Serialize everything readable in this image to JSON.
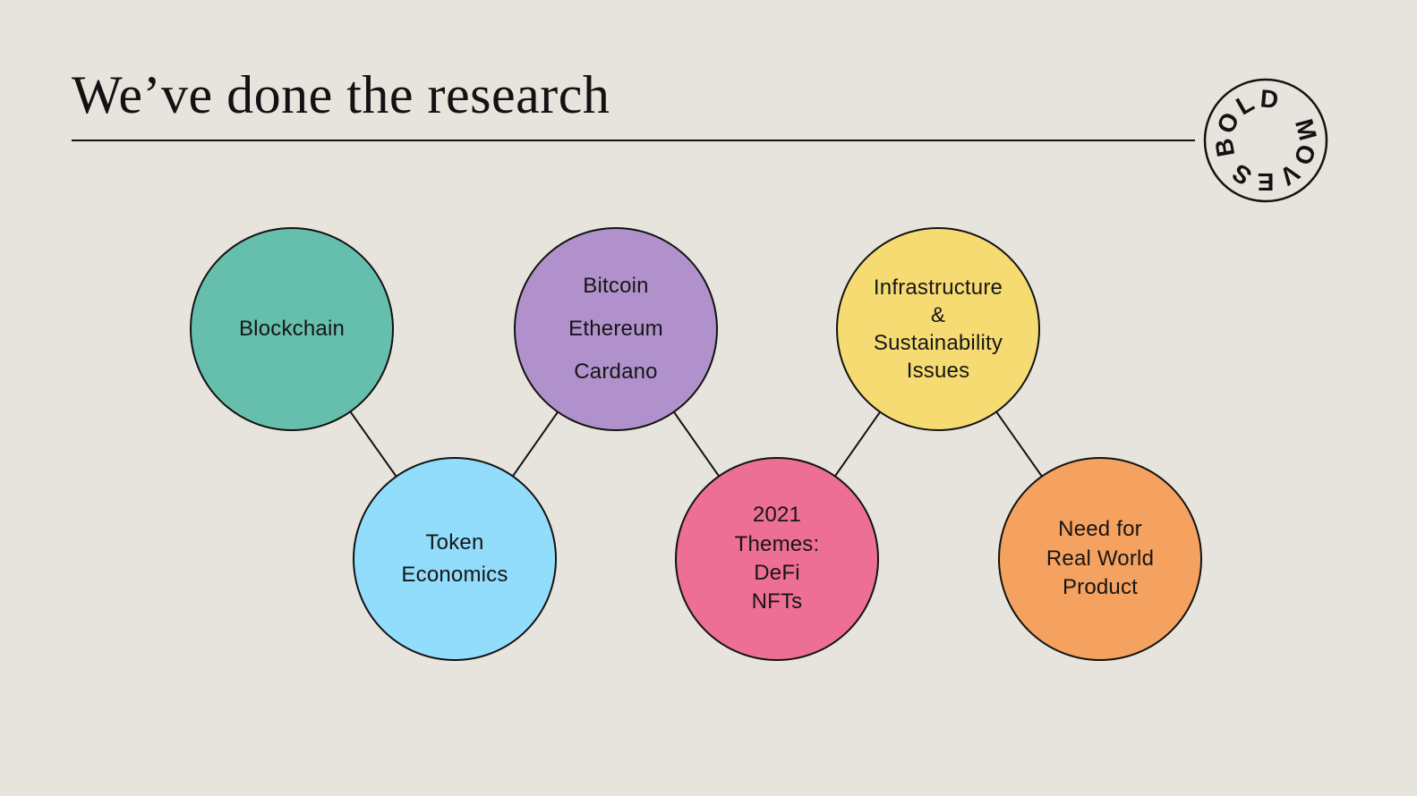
{
  "slide": {
    "title": "We’ve done the research",
    "background_color": "#e6e4dc",
    "text_color": "#121212"
  },
  "logo": {
    "text": "BOLD MOVES"
  },
  "diagram": {
    "nodes": [
      {
        "id": "blockchain",
        "lines": [
          "Blockchain"
        ],
        "color": "#66bfac"
      },
      {
        "id": "token-economics",
        "lines": [
          "Token",
          "Economics"
        ],
        "color": "#92ddfb"
      },
      {
        "id": "coins",
        "lines": [
          "Bitcoin",
          "Ethereum",
          "Cardano"
        ],
        "color": "#b191cb"
      },
      {
        "id": "2021-themes",
        "lines": [
          "2021",
          "Themes:",
          "DeFi",
          "NFTs"
        ],
        "color": "#ee6f96"
      },
      {
        "id": "infrastructure",
        "lines": [
          "Infrastructure",
          "&",
          "Sustainability",
          "Issues"
        ],
        "color": "#f6db72"
      },
      {
        "id": "real-world-product",
        "lines": [
          "Need for",
          "Real World",
          "Product"
        ],
        "color": "#f5a160"
      }
    ],
    "connections": [
      [
        0,
        1
      ],
      [
        1,
        2
      ],
      [
        2,
        3
      ],
      [
        3,
        4
      ],
      [
        4,
        5
      ]
    ]
  }
}
